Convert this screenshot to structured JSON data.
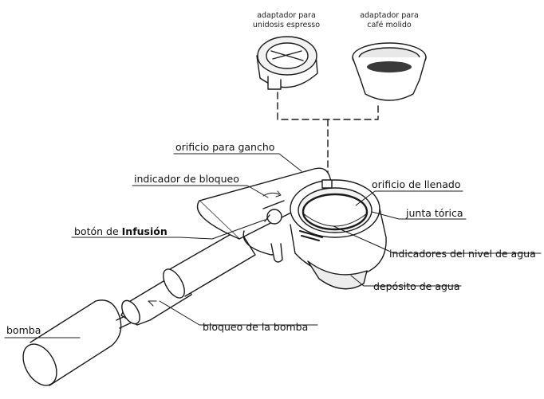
{
  "diagram": {
    "adapters": {
      "espresso_label_line1": "adaptador para",
      "espresso_label_line2": "unidosis espresso",
      "ground_label_line1": "adaptador para",
      "ground_label_line2": "café molido"
    },
    "labels": {
      "hook_hole": "orificio para gancho",
      "lock_indicator": "indicador de bloqueo",
      "fill_hole": "orificio de llenado",
      "o_ring": "junta tórica",
      "infusion_button_prefix": "botón de ",
      "infusion_button_bold": "Infusión",
      "water_level": "indicadores del nivel de agua",
      "water_tank": "depósito de agua",
      "pump": "bomba",
      "pump_lock": "bloqueo de la bomba"
    }
  },
  "colors": {
    "line": "#1a1a1a",
    "fill": "#ffffff",
    "shade": "#d9d9d9"
  }
}
